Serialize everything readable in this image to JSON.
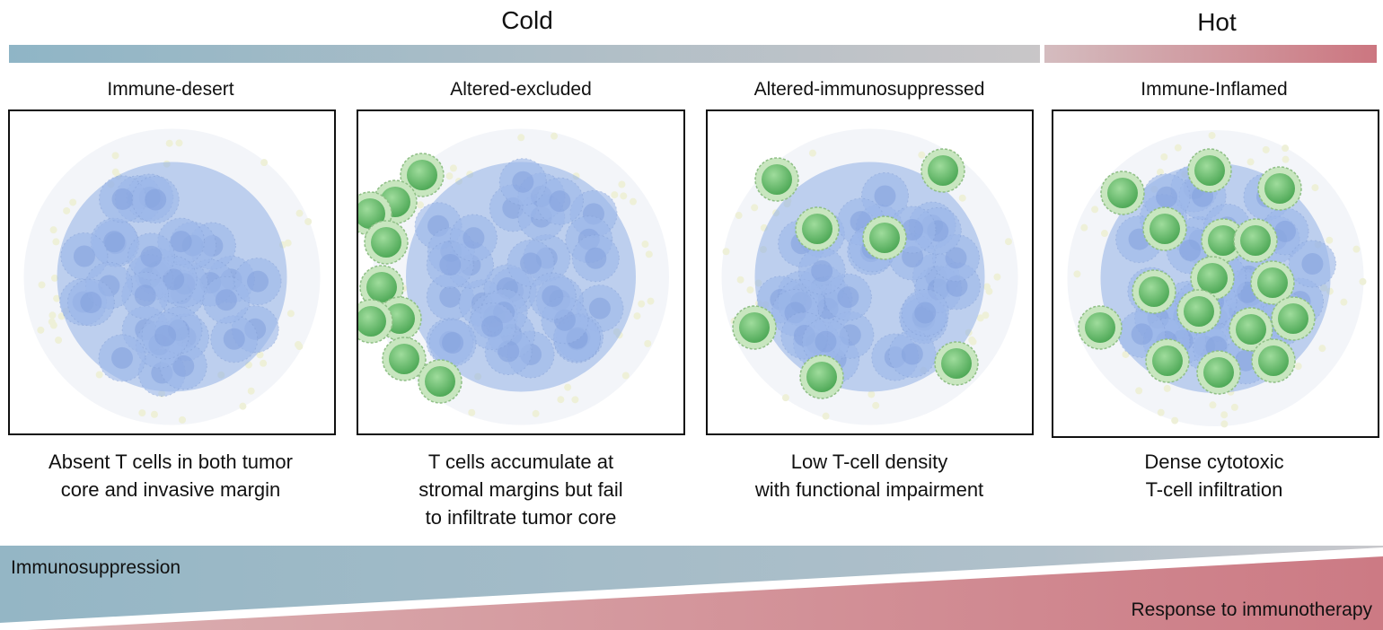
{
  "scale": {
    "cold_label": "Cold",
    "hot_label": "Hot",
    "colors": {
      "cold_start": "#8fb5c6",
      "cold_end": "#c9c6c8",
      "hot_start": "#d4bcbf",
      "hot_end": "#cc7680"
    }
  },
  "panels": [
    {
      "title": "Immune-desert",
      "description": [
        "Absent T cells in both tumor",
        "core and invasive margin"
      ]
    },
    {
      "title": "Altered-excluded",
      "description": [
        "T cells accumulate at",
        "stromal margins but fail",
        "to infiltrate tumor core"
      ]
    },
    {
      "title": "Altered-immunosuppressed",
      "description": [
        "Low T-cell density",
        "with functional impairment"
      ]
    },
    {
      "title": "Immune-Inflamed",
      "description": [
        "Dense cytotoxic",
        "T-cell infiltration"
      ]
    }
  ],
  "gradients": {
    "immunosuppression_label": "Immunosuppression",
    "response_label": "Response to immunotherapy"
  },
  "colors": {
    "tumor": "#8faee6",
    "tcell": "#6cc070",
    "tcell_rim": "#c8e6bf",
    "stroma": "#dde3ee"
  }
}
